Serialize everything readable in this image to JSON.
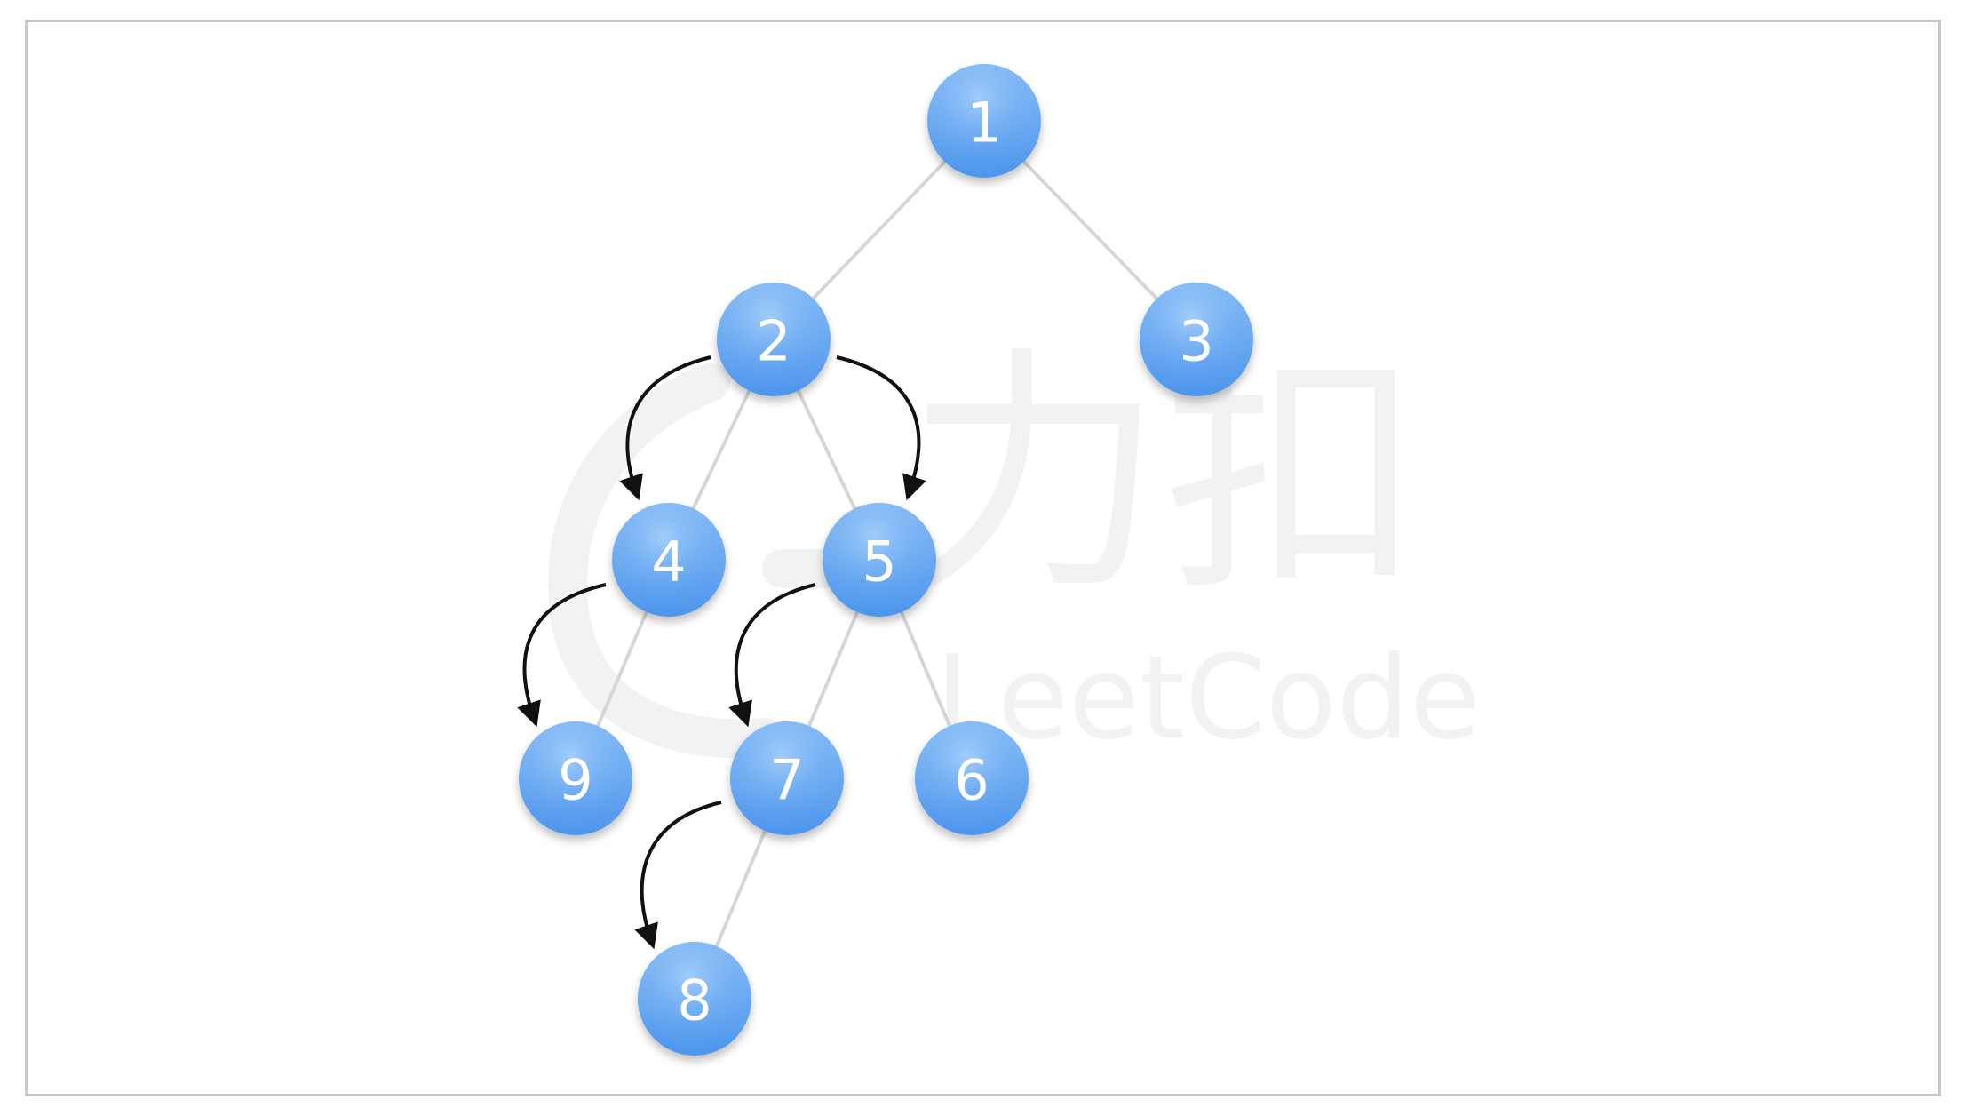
{
  "diagram": {
    "type": "binary-tree",
    "colors": {
      "node_fill_top": "#8ec1f7",
      "node_fill_bottom": "#4c95ec",
      "node_text": "#ffffff",
      "edge": "#d6d6d6",
      "arrow": "#111111",
      "frame_border": "#c9c9c9",
      "watermark": "#f2f2f2"
    },
    "nodes": [
      {
        "id": "n1",
        "label": "1"
      },
      {
        "id": "n2",
        "label": "2"
      },
      {
        "id": "n3",
        "label": "3"
      },
      {
        "id": "n4",
        "label": "4"
      },
      {
        "id": "n5",
        "label": "5"
      },
      {
        "id": "n9",
        "label": "9"
      },
      {
        "id": "n7",
        "label": "7"
      },
      {
        "id": "n6",
        "label": "6"
      },
      {
        "id": "n8",
        "label": "8"
      }
    ],
    "edges": [
      {
        "from": "n1",
        "to": "n2"
      },
      {
        "from": "n1",
        "to": "n3"
      },
      {
        "from": "n2",
        "to": "n4"
      },
      {
        "from": "n2",
        "to": "n5"
      },
      {
        "from": "n4",
        "to": "n9"
      },
      {
        "from": "n5",
        "to": "n7"
      },
      {
        "from": "n5",
        "to": "n6"
      },
      {
        "from": "n7",
        "to": "n8"
      }
    ],
    "arrows": [
      {
        "from": "n2",
        "to": "n4"
      },
      {
        "from": "n2",
        "to": "n5"
      },
      {
        "from": "n4",
        "to": "n9"
      },
      {
        "from": "n5",
        "to": "n7"
      },
      {
        "from": "n7",
        "to": "n8"
      }
    ]
  },
  "watermark": {
    "chinese": "力扣",
    "english": "LeetCode"
  }
}
